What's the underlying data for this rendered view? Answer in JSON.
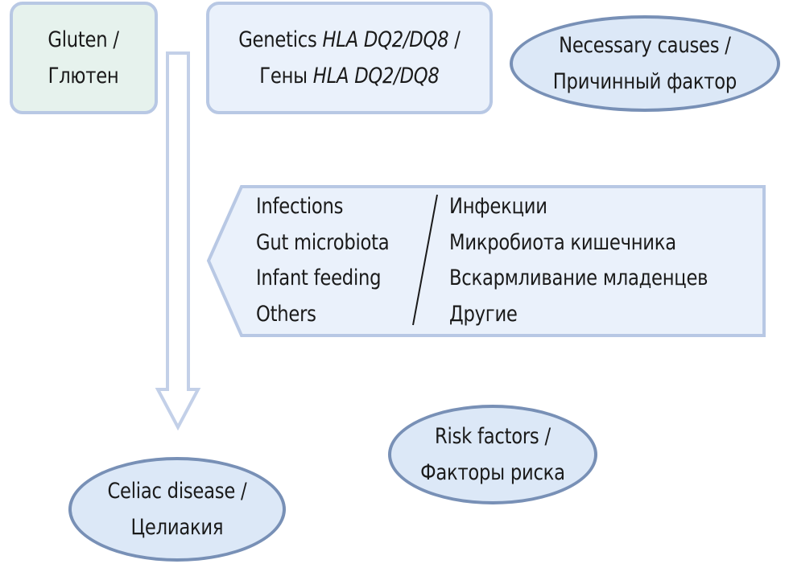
{
  "nodes": {
    "gluten": {
      "line1": "Gluten /",
      "line2": "Глютен"
    },
    "genetics": {
      "line1_prefix": "Genetics ",
      "line1_italic": "HLA DQ2/DQ8",
      "line1_suffix": " /",
      "line2_prefix": "Гены ",
      "line2_italic": "HLA DQ2/DQ8"
    },
    "necessary_causes": {
      "line1": "Necessary causes /",
      "line2": "Причинный фактор"
    },
    "risk_factors": {
      "line1": "Risk factors /",
      "line2": "Факторы риска"
    },
    "celiac_disease": {
      "line1": "Celiac disease /",
      "line2": "Целиакия"
    }
  },
  "factors_en": [
    "Infections",
    "Gut microbiota",
    "Infant feeding",
    "Others"
  ],
  "factors_ru": [
    "Инфекции",
    "Микробиота кишечника",
    "Вскармливание младенцев",
    "Другие"
  ],
  "colors": {
    "gluten_fill": "#e6f2ed",
    "box_fill": "#eaf1fb",
    "ellipse_fill": "#dce8f7",
    "ellipse_border": "#7890b6",
    "box_border": "#b8c8e4"
  }
}
